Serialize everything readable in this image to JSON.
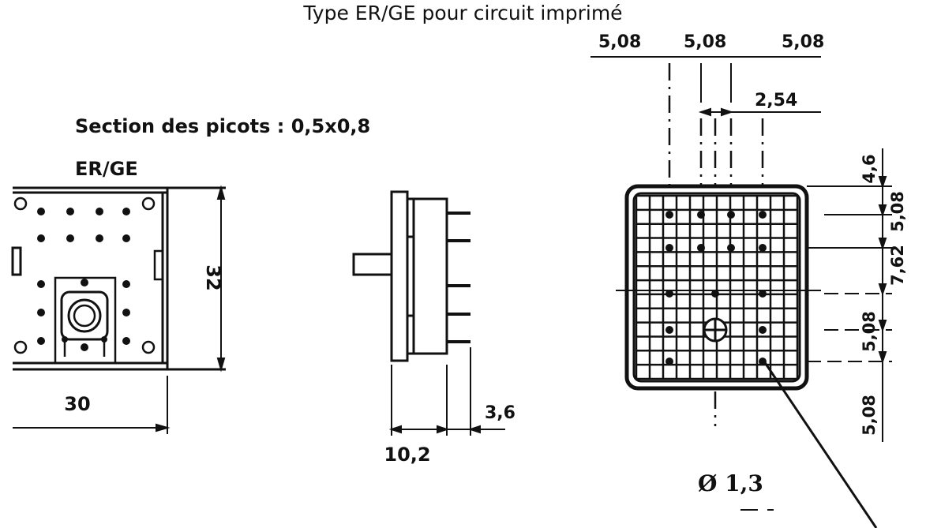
{
  "title": "Type ER/GE pour circuit imprimé",
  "section_label": "Section des picots : 0,5x0,8",
  "model_label": "ER/GE",
  "dims": {
    "height": "32",
    "width": "30",
    "depth": "10,2",
    "pin_length": "3,6",
    "top_left": "5,08",
    "top_mid": "5,08",
    "top_right": "5,08",
    "offset": "2,54",
    "right_top": "4,6",
    "right_a": "5,08",
    "right_b": "7,62",
    "right_c": "5,08",
    "right_d": "5,08",
    "hole": "Ø 1,3"
  },
  "colors": {
    "ink": "#111111",
    "background": "#ffffff"
  }
}
